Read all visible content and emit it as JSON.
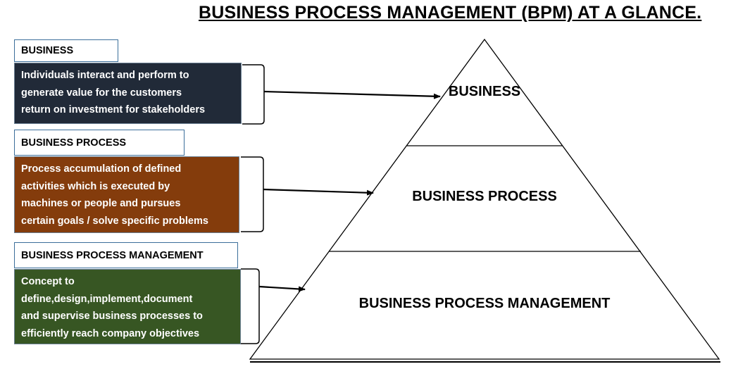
{
  "title": "BUSINESS PROCESS MANAGEMENT (BPM) AT A GLANCE.",
  "sections": [
    {
      "label": "BUSINESS",
      "description": "Individuals  interact and perform to\ngenerate value for the  customers\nreturn on investment for stakeholders",
      "color": "#212a38"
    },
    {
      "label": "BUSINESS PROCESS",
      "description": "Process accumulation of defined\nactivities which is executed by\nmachines or people and pursues\ncertain goals / solve specific problems",
      "color": "#843c0c"
    },
    {
      "label": "BUSINESS PROCESS MANAGEMENT",
      "description": "Concept to\ndefine,design,implement,document\nand supervise business processes to\nefficiently reach company objectives",
      "color": "#375623"
    }
  ],
  "pyramid": {
    "tiers": [
      "BUSINESS",
      "BUSINESS PROCESS",
      "BUSINESS PROCESS MANAGEMENT"
    ]
  }
}
